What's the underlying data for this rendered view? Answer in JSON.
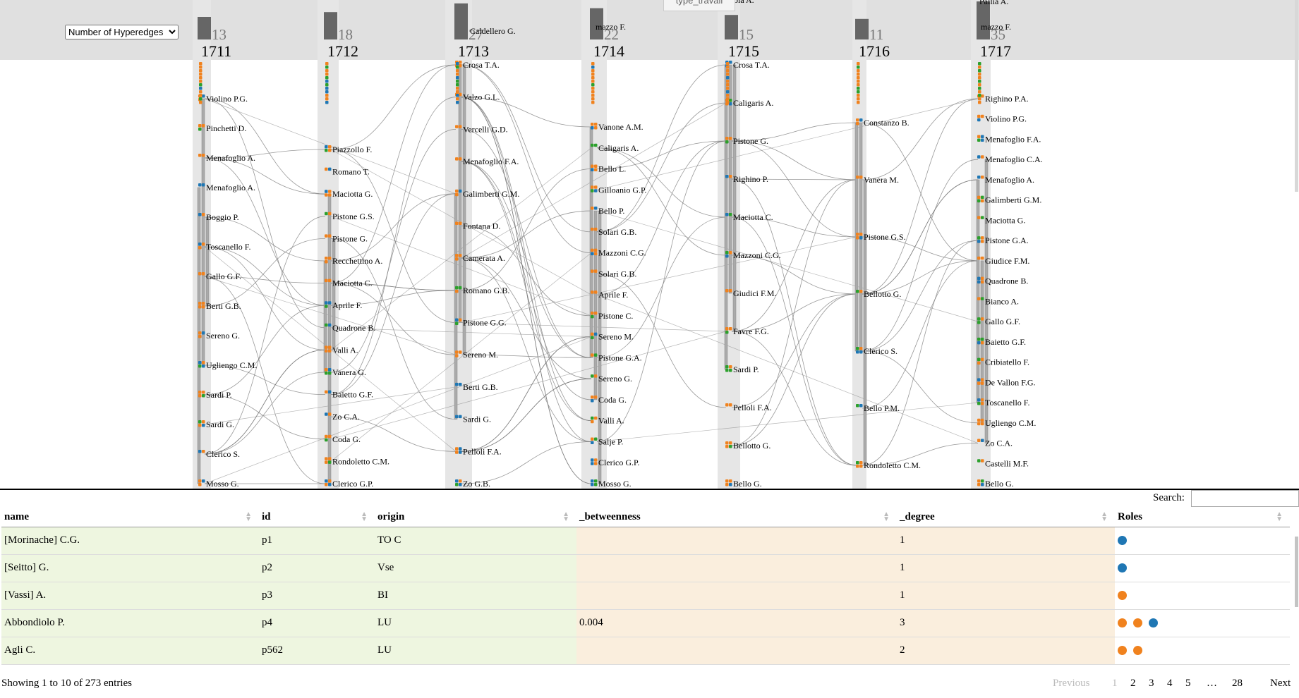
{
  "controls": {
    "metric_select": "Number of Hyperedges",
    "tooltip_text": "type_travail"
  },
  "colors": {
    "orange": "#f0821e",
    "blue": "#1f77b4",
    "green": "#2ca02c",
    "bar": "#666666"
  },
  "timeline": {
    "years": [
      {
        "year": "1711",
        "count": "13",
        "count_fraction": 0.45
      },
      {
        "year": "1712",
        "count": "18",
        "count_fraction": 0.62
      },
      {
        "year": "1713",
        "count": "27",
        "count_fraction": 0.93
      },
      {
        "year": "1714",
        "count": "22",
        "count_fraction": 0.76
      },
      {
        "year": "1715",
        "count": "15",
        "count_fraction": 0.52
      },
      {
        "year": "1716",
        "count": "11",
        "count_fraction": 0.38
      },
      {
        "year": "1717",
        "count": "35",
        "count_fraction": 1.0
      }
    ],
    "header_fragments": [
      "Pallia A.",
      "mazzo F.",
      "mazzo F.",
      "Caldellero G.",
      "ola A."
    ],
    "node_labels": [
      [
        "Violino P.G.",
        "Pinchetti D.",
        "Menafoglio A.",
        "Menafoglio A.",
        "Boggio P.",
        "Toscanello F.",
        "Gallo G.F.",
        "Berti G.B.",
        "Sereno G.",
        "Ugliengo C.M.",
        "Sardi P.",
        "Sardi G.",
        "Clerico S.",
        "Mosso G."
      ],
      [
        "Piazzollo F.",
        "Romano T.",
        "Maciotta G.",
        "Pistone G.S.",
        "Pistone G.",
        "Recchettino A.",
        "Maciotta C.",
        "Aprile F.",
        "Quadrone B.",
        "Valli A.",
        "Vanera G.",
        "Baietto G.F.",
        "Zo C.A.",
        "Coda G.",
        "Rondoletto C.M.",
        "Clerico G.P."
      ],
      [
        "Crosa T.A.",
        "Valzo G.L.",
        "Vercelli G.D.",
        "Menafoglio F.A.",
        "Galimberti G.M.",
        "Fontana D.",
        "Camerata A.",
        "Romano G.B.",
        "Pistone G.G.",
        "Sereno M.",
        "Berti G.B.",
        "Sardi G.",
        "Pelloli F.A.",
        "Zo G.B."
      ],
      [
        "Vanone A.M.",
        "Caligaris A.",
        "Bello L.",
        "Gilloanio G.P.",
        "Bello P.",
        "Solari G.B.",
        "Mazzoni C.G.",
        "Solari G.B.",
        "Aprile F.",
        "Pistone C.",
        "Sereno M.",
        "Pistone G.A.",
        "Sereno G.",
        "Coda G.",
        "Valli A.",
        "Salje P.",
        "Clerico G.P.",
        "Mosso G."
      ],
      [
        "Crosa T.A.",
        "Caligaris A.",
        "Pistone G.",
        "Righino P.",
        "Maciotta C.",
        "Mazzoni C.G.",
        "Giudici F.M.",
        "Favre F.G.",
        "Sardi P.",
        "Pelloli F.A.",
        "Bellotto G.",
        "Bello G."
      ],
      [
        "Constanzo B.",
        "Vanera M.",
        "Pistone G.S.",
        "Bellotto G.",
        "Clerico S.",
        "Bello P.M.",
        "Rondoletto C.M."
      ],
      [
        "Righino P.A.",
        "Violino P.G.",
        "Menafoglio F.A.",
        "Menafoglio C.A.",
        "Menafoglio A.",
        "Galimberti G.M.",
        "Maciotta G.",
        "Pistone G.A.",
        "Giudice F.M.",
        "Quadrone B.",
        "Bianco A.",
        "Gallo G.F.",
        "Baietto G.F.",
        "Cribiatello F.",
        "De Vallon F.G.",
        "Toscanello F.",
        "Ugliengo C.M.",
        "Zo C.A.",
        "Castelli M.F.",
        "Bello G."
      ]
    ]
  },
  "table": {
    "search_label": "Search:",
    "columns": [
      "name",
      "id",
      "origin",
      "_betweenness",
      "_degree",
      "Roles"
    ],
    "rows": [
      {
        "name": "[Morinache] C.G.",
        "id": "p1",
        "origin": "TO C",
        "betweenness": "",
        "degree": "1",
        "roles": [
          "blue"
        ]
      },
      {
        "name": "[Seitto] G.",
        "id": "p2",
        "origin": "Vse",
        "betweenness": "",
        "degree": "1",
        "roles": [
          "blue"
        ]
      },
      {
        "name": "[Vassi] A.",
        "id": "p3",
        "origin": "BI",
        "betweenness": "",
        "degree": "1",
        "roles": [
          "orange"
        ]
      },
      {
        "name": "Abbondiolo P.",
        "id": "p4",
        "origin": "LU",
        "betweenness": "0.004",
        "degree": "3",
        "roles": [
          "orange",
          "orange",
          "blue"
        ]
      },
      {
        "name": "Agli C.",
        "id": "p562",
        "origin": "LU",
        "betweenness": "",
        "degree": "2",
        "roles": [
          "orange",
          "orange"
        ]
      }
    ],
    "info": "Showing 1 to 10 of 273 entries",
    "pagination": [
      "Previous",
      "1",
      "2",
      "3",
      "4",
      "5",
      "…",
      "28",
      "Next"
    ]
  }
}
